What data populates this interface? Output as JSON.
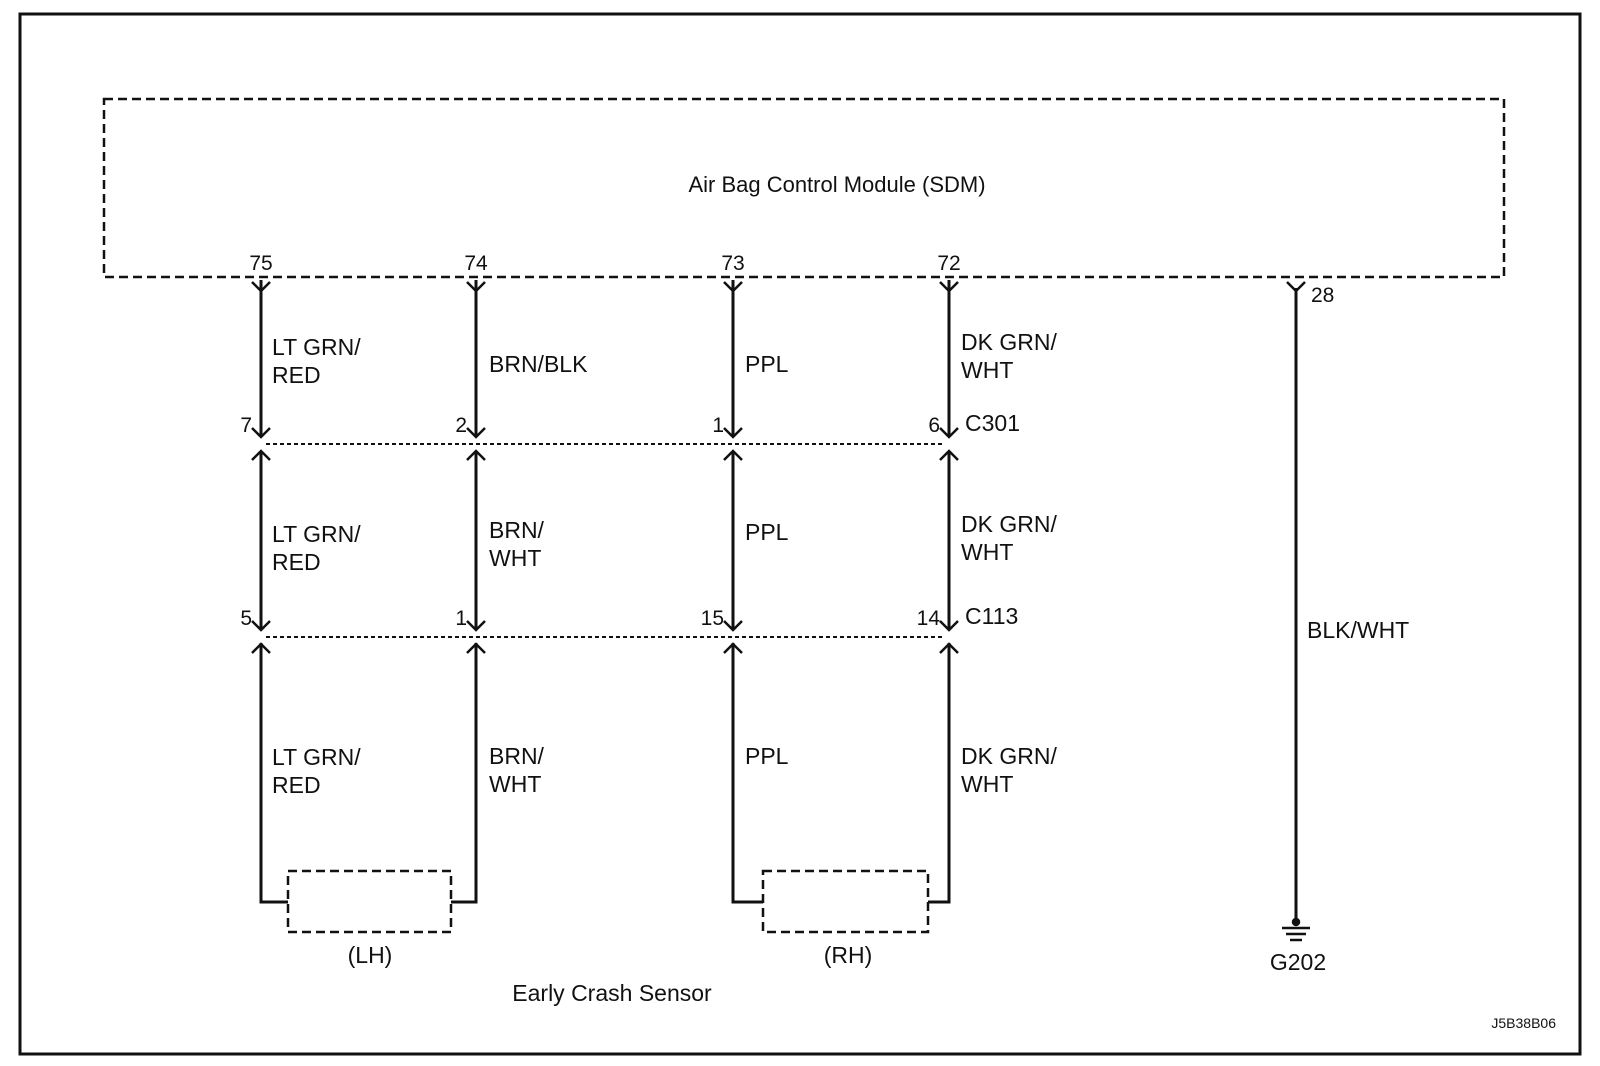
{
  "module": {
    "name": "Air Bag Control Module (SDM)",
    "pins": [
      "75",
      "74",
      "73",
      "72",
      "28"
    ]
  },
  "connectors": {
    "c301": {
      "name": "C301",
      "pins": [
        "7",
        "2",
        "1",
        "6"
      ]
    },
    "c113": {
      "name": "C113",
      "pins": [
        "5",
        "1",
        "15",
        "14"
      ]
    }
  },
  "wires": {
    "upper": [
      "LT GRN/\nRED",
      "BRN/BLK",
      "PPL",
      "DK GRN/\nWHT"
    ],
    "middle": [
      "LT GRN/\nRED",
      "BRN/\nWHT",
      "PPL",
      "DK GRN/\nWHT"
    ],
    "lower": [
      "LT GRN/\nRED",
      "BRN/\nWHT",
      "PPL",
      "DK GRN/\nWHT"
    ],
    "ground": "BLK/WHT"
  },
  "sensors": {
    "lh": "(LH)",
    "rh": "(RH)",
    "caption": "Early Crash Sensor"
  },
  "ground": {
    "name": "G202"
  },
  "figure_id": "J5B38B06"
}
